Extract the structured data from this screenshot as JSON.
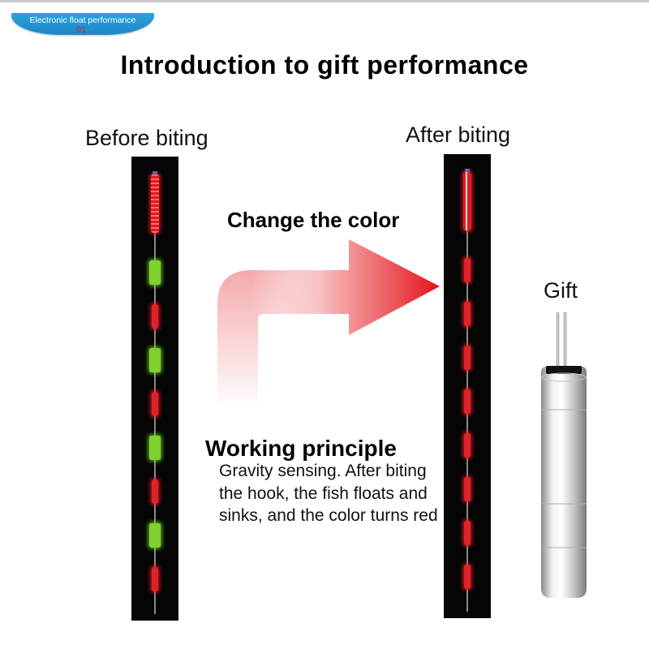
{
  "badge": {
    "text": "Electronic float performance",
    "number": "01",
    "color": "#1e86c6"
  },
  "title": "Introduction to gift performance",
  "before": {
    "label": "Before biting",
    "segments": [
      "long-red",
      "green",
      "red",
      "green",
      "red",
      "green",
      "red",
      "green",
      "red"
    ]
  },
  "after": {
    "label": "After biting",
    "segments": [
      "long-red",
      "red",
      "red",
      "red",
      "red",
      "red",
      "red",
      "red",
      "red"
    ]
  },
  "change_label": "Change the color",
  "principle": {
    "heading": "Working principle",
    "body": "Gravity sensing. After biting the hook, the fish floats and sinks, and the color turns red"
  },
  "gift": {
    "label": "Gift",
    "icon": "battery-icon"
  },
  "colors": {
    "red_light": "#e02328",
    "green_light": "#7ed12f",
    "arrow_red": "#e3141c",
    "badge_blue": "#1e86c6"
  }
}
